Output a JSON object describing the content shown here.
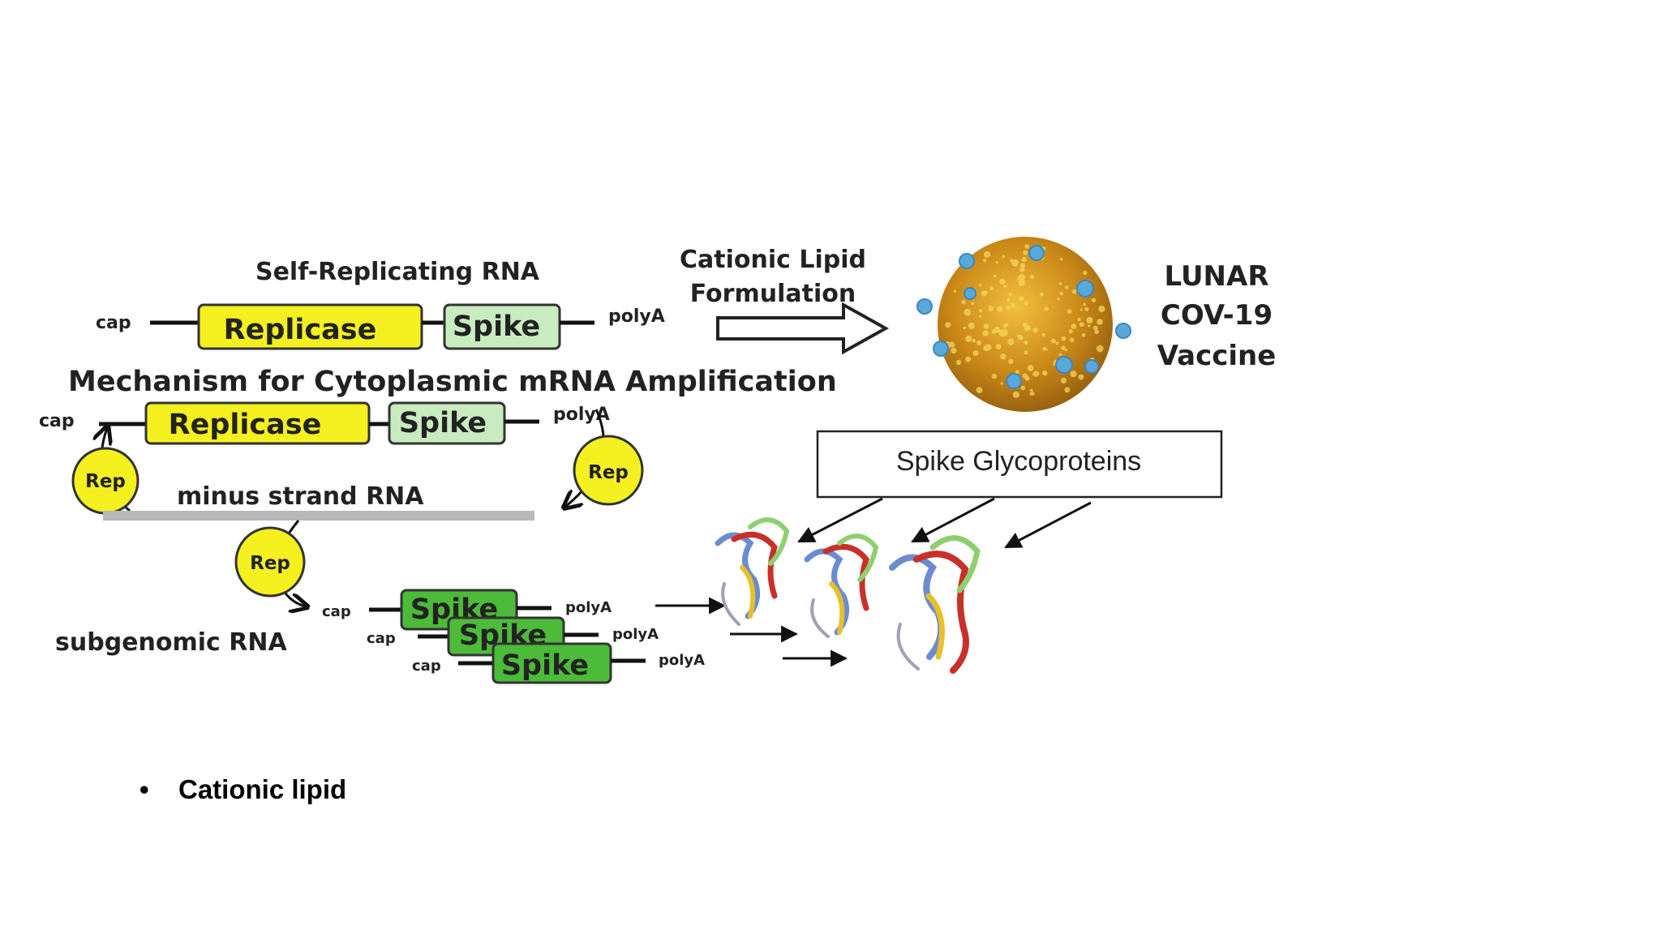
{
  "slide": {
    "bullets": [
      "Cationic lipid"
    ]
  },
  "diagram": {
    "top_title": "Self-Replicating  RNA",
    "construct": {
      "cap": "cap",
      "replicase": "Replicase",
      "spike": "Spike",
      "polyA": "polyA"
    },
    "formulation_label_1": "Cationic Lipid",
    "formulation_label_2": "Formulation",
    "vaccine_label_1": "LUNAR",
    "vaccine_label_2": "COV-19",
    "vaccine_label_3": "Vaccine",
    "mechanism_title": "Mechanism for Cytoplasmic mRNA Amplification",
    "rep": "Rep",
    "minus_strand": "minus strand RNA",
    "subgenomic": "subgenomic RNA",
    "glyco_box": "Spike Glycoproteins",
    "colors": {
      "replicase": "#f5f020",
      "spike_light": "#c8ecc0",
      "spike_dark": "#4cbb3a",
      "particle": "#c98a1a",
      "dots": "#5aa8d8"
    }
  }
}
